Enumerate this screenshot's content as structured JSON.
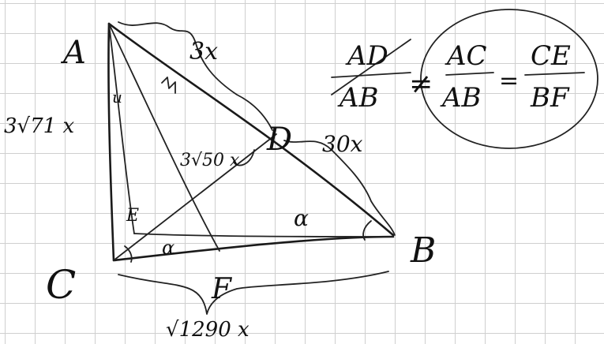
{
  "points": {
    "A": "A",
    "B": "B",
    "C": "C",
    "D": "D",
    "E": "E",
    "F": "F"
  },
  "lengths": {
    "AD": "3x",
    "DB": "30x",
    "AC": "3√71 x",
    "CD": "3√50 x",
    "CB": "√1290 x"
  },
  "marks": {
    "angle_top": "α",
    "angle_bottom": "α",
    "tick_left": "u"
  },
  "equation": {
    "num1": "AD",
    "den1": "AB",
    "rel": "≠",
    "num2": "AC",
    "den2": "AB",
    "eq": "=",
    "num3": "CE",
    "den3": "BF"
  }
}
